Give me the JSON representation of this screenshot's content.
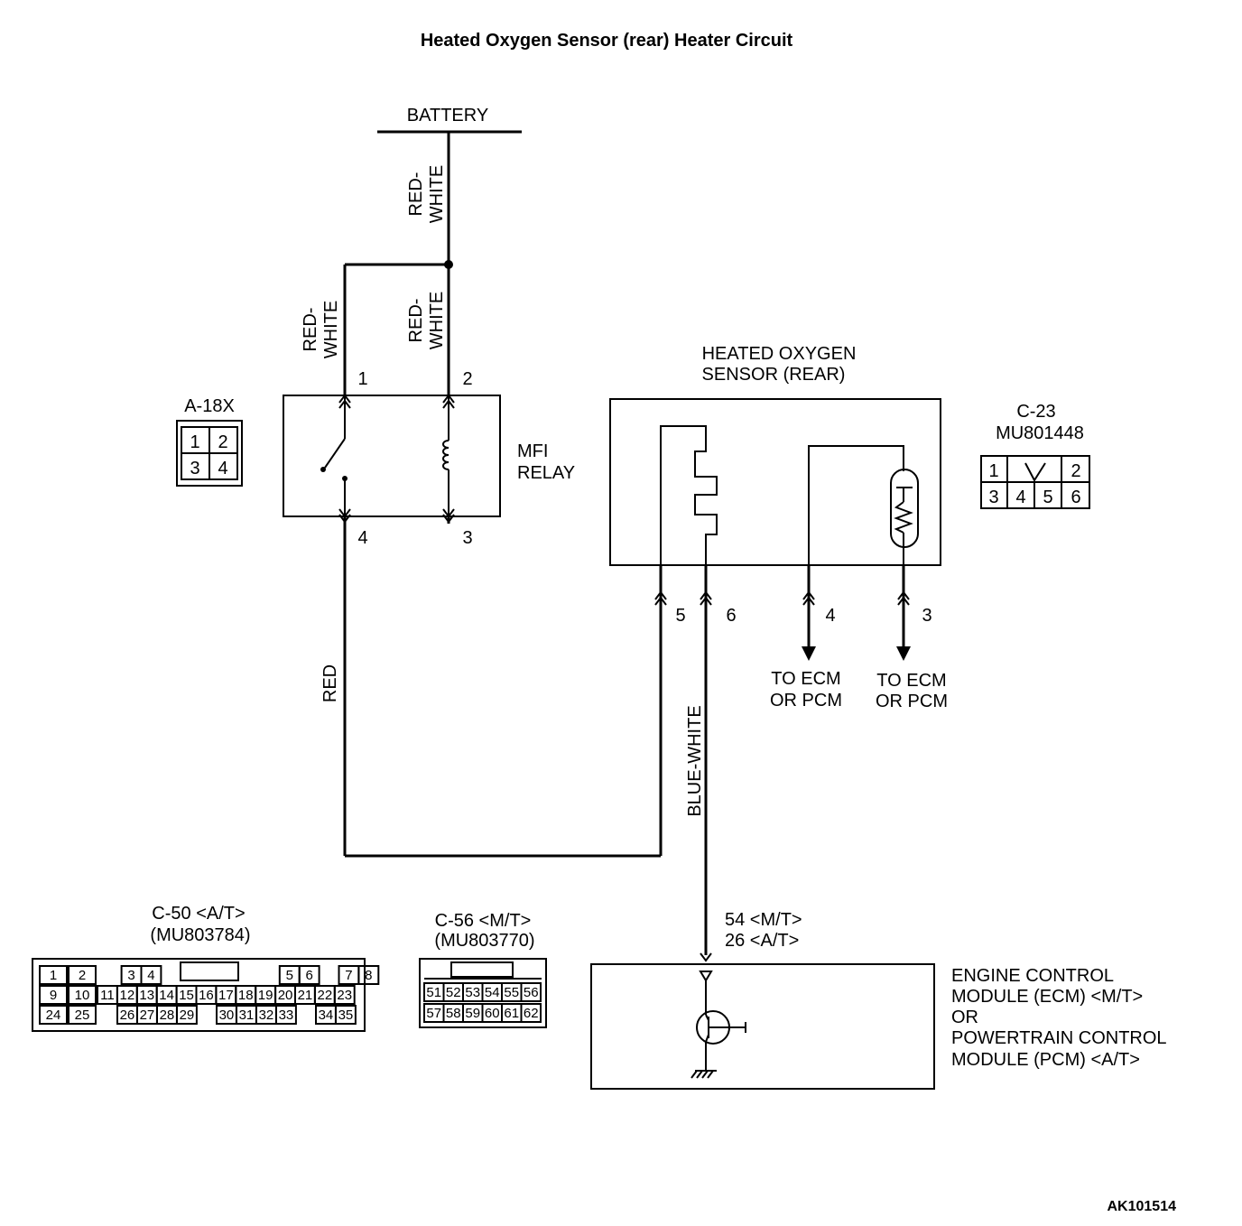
{
  "title": "Heated Oxygen Sensor (rear) Heater Circuit",
  "battery": "BATTERY",
  "wires": {
    "rw1": "RED-",
    "rw2": "WHITE",
    "red": "RED",
    "blue_white": "BLUE-WHITE"
  },
  "relay": {
    "connector": "A-18X",
    "label_line1": "MFI",
    "label_line2": "RELAY",
    "pins": [
      "1",
      "2",
      "3",
      "4"
    ],
    "connector_cells": [
      "1",
      "2",
      "3",
      "4"
    ]
  },
  "sensor": {
    "label_line1": "HEATED OXYGEN",
    "label_line2": "SENSOR (REAR)",
    "connector": "C-23",
    "part": "MU801448",
    "pins": [
      "5",
      "6",
      "4",
      "3"
    ],
    "connector_cells": [
      "1",
      "2",
      "3",
      "4",
      "5",
      "6"
    ],
    "to_ecm_line1": "TO ECM",
    "to_ecm_line2": "OR PCM"
  },
  "c50": {
    "title": "C-50 <A/T>",
    "part": "(MU803784)",
    "row1": [
      "1",
      "2",
      "3",
      "4",
      "5",
      "6",
      "7",
      "8"
    ],
    "row2": [
      "9",
      "10",
      "11",
      "12",
      "13",
      "14",
      "15",
      "16",
      "17",
      "18",
      "19",
      "20",
      "21",
      "22",
      "23"
    ],
    "row3": [
      "24",
      "25",
      "26",
      "27",
      "28",
      "29",
      "30",
      "31",
      "32",
      "33",
      "34",
      "35"
    ]
  },
  "c56": {
    "title": "C-56 <M/T>",
    "part": "(MU803770)",
    "row1": [
      "51",
      "52",
      "53",
      "54",
      "55",
      "56"
    ],
    "row2": [
      "57",
      "58",
      "59",
      "60",
      "61",
      "62"
    ]
  },
  "ecm": {
    "pin_line1": "54 <M/T>",
    "pin_line2": "26 <A/T>",
    "label_line1": "ENGINE CONTROL",
    "label_line2": "MODULE (ECM) <M/T>",
    "label_line3": "OR",
    "label_line4": "POWERTRAIN CONTROL",
    "label_line5": "MODULE (PCM) <A/T>"
  },
  "figure_id": "AK101514"
}
